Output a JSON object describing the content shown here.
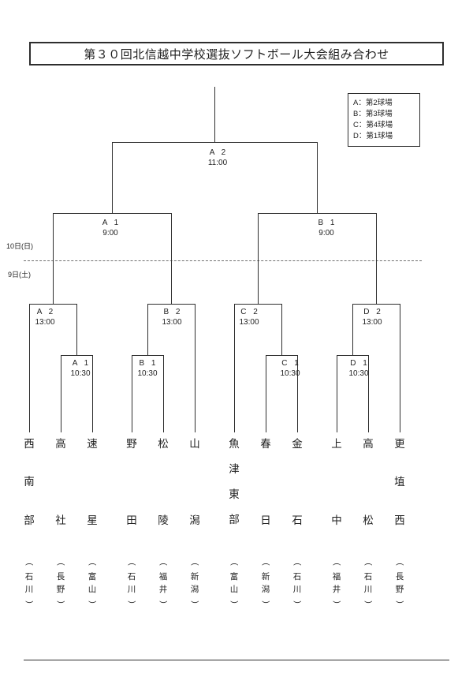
{
  "title": "第３０回北信越中学校選抜ソフトボール大会組み合わせ",
  "legend": {
    "items": [
      "A：第2球場",
      "B：第3球場",
      "C：第4球場",
      "D：第1球場"
    ]
  },
  "dates": {
    "sunday": "10日(日)",
    "saturday": "9日(土)"
  },
  "matches": {
    "final": {
      "venue": "A 2",
      "time": "11:00"
    },
    "sf_left": {
      "venue": "A 1",
      "time": "9:00"
    },
    "sf_right": {
      "venue": "B 1",
      "time": "9:00"
    },
    "r2_a": {
      "venue": "A 2",
      "time": "13:00"
    },
    "r2_b": {
      "venue": "B 2",
      "time": "13:00"
    },
    "r2_c": {
      "venue": "C 2",
      "time": "13:00"
    },
    "r2_d": {
      "venue": "D 2",
      "time": "13:00"
    },
    "r1_a": {
      "venue": "A 1",
      "time": "10:30"
    },
    "r1_b": {
      "venue": "B 1",
      "time": "10:30"
    },
    "r1_c": {
      "venue": "C 1",
      "time": "10:30"
    },
    "r1_d": {
      "venue": "D 1",
      "time": "10:30"
    }
  },
  "teams": [
    {
      "name": "西南部",
      "prefecture": "石川"
    },
    {
      "name": "高社",
      "prefecture": "長野"
    },
    {
      "name": "速星",
      "prefecture": "富山"
    },
    {
      "name": "野田",
      "prefecture": "石川"
    },
    {
      "name": "松陵",
      "prefecture": "福井"
    },
    {
      "name": "山潟",
      "prefecture": "新潟"
    },
    {
      "name": "魚津東部",
      "prefecture": "富山"
    },
    {
      "name": "春日",
      "prefecture": "新潟"
    },
    {
      "name": "金石",
      "prefecture": "石川"
    },
    {
      "name": "上中",
      "prefecture": "福井"
    },
    {
      "name": "高松",
      "prefecture": "石川"
    },
    {
      "name": "更埴西",
      "prefecture": "長野"
    }
  ]
}
